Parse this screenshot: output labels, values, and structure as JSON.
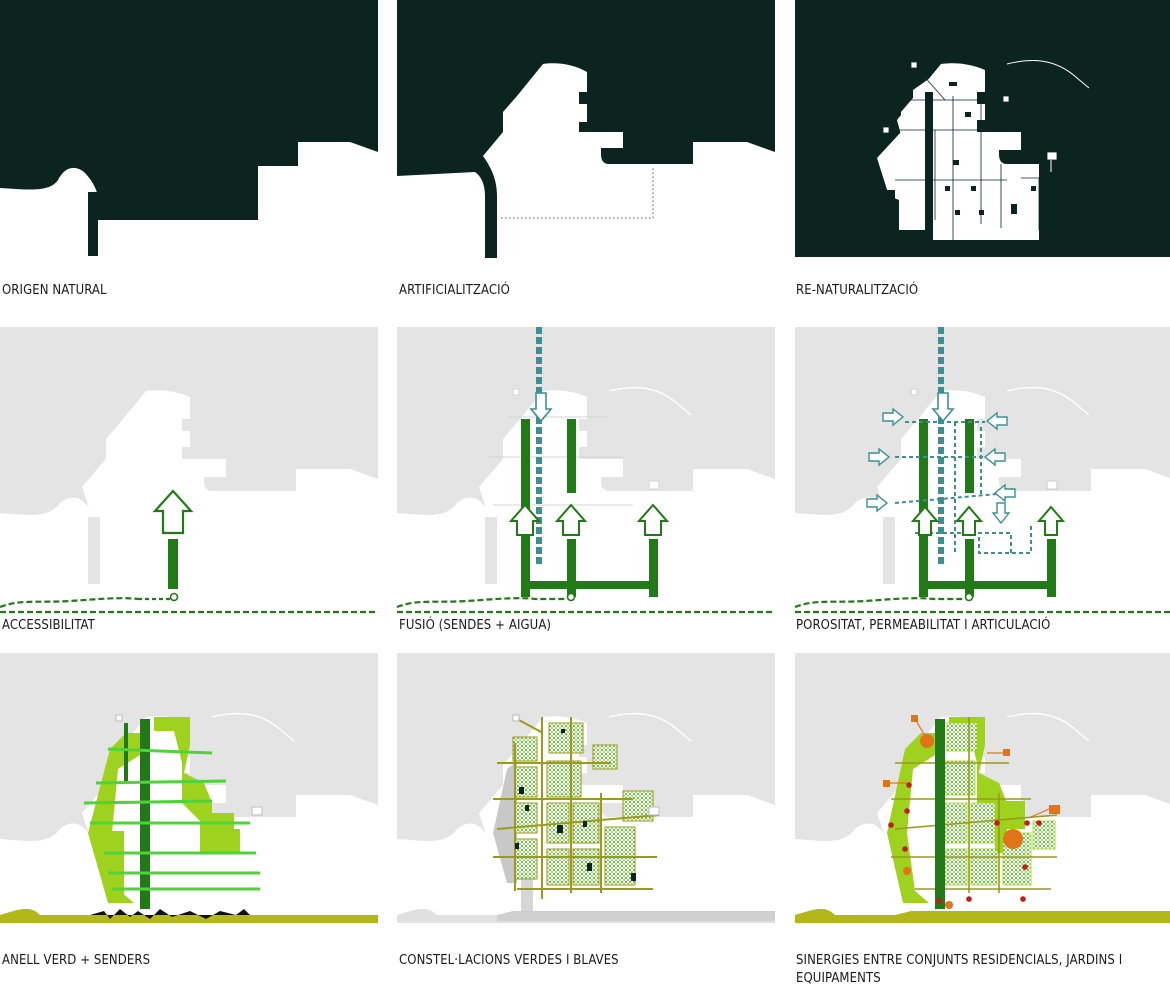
{
  "colors": {
    "dark": "#0b2420",
    "grey": "#e4e4e4",
    "green": "#217a17",
    "teal": "#3d8f92",
    "lime": "#9fd21f",
    "bright": "#4fd23a",
    "olive": "#9a9a1c",
    "orange": "#e07418",
    "red": "#c21c10"
  },
  "captions": {
    "p1": "ORIGEN NATURAL",
    "p2": "ARTIFICIALITZACIÓ",
    "p3": "RE-NATURALITZACIÓ",
    "p4": "ACCESSIBILITAT",
    "p5": "FUSIÓ (SENDES + AIGUA)",
    "p6": "POROSITAT, PERMEABILITAT I ARTICULACIÓ",
    "p7": "ANELL VERD + SENDERS",
    "p8": "CONSTEL·LACIONS VERDES I BLAVES",
    "p9": "SINERGIES ENTRE CONJUNTS RESIDENCIALS, JARDINS I EQUIPAMENTS"
  }
}
